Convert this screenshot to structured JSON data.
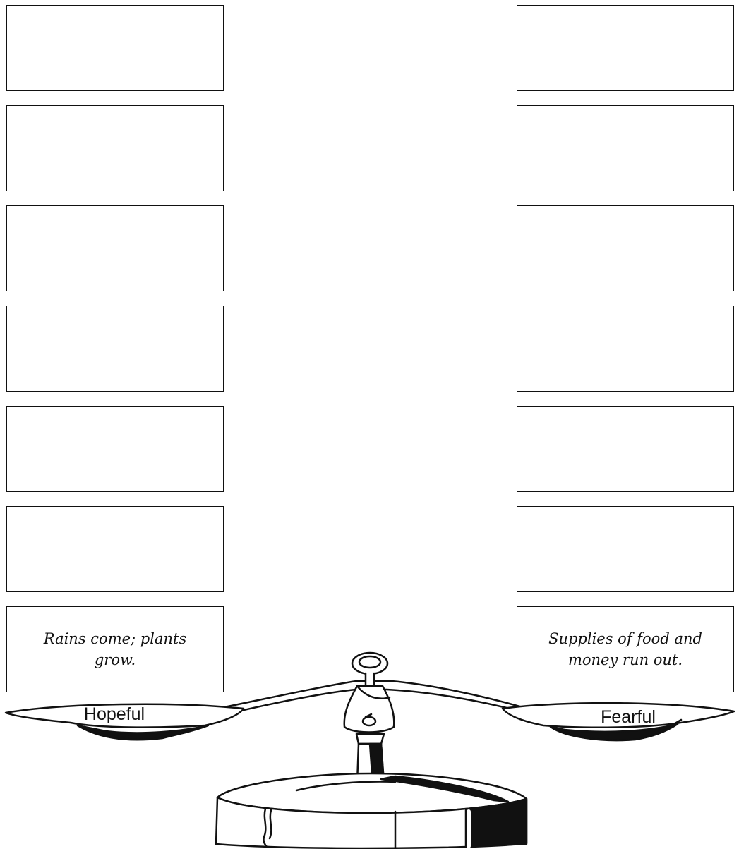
{
  "left_column": {
    "label": "Hopeful",
    "boxes": [
      "",
      "",
      "",
      "",
      "",
      "",
      "Rains come; plants grow."
    ]
  },
  "right_column": {
    "label": "Fearful",
    "boxes": [
      "",
      "",
      "",
      "",
      "",
      "",
      "Supplies of food and money run out."
    ]
  },
  "colors": {
    "ink": "#111111",
    "paper": "#ffffff"
  }
}
